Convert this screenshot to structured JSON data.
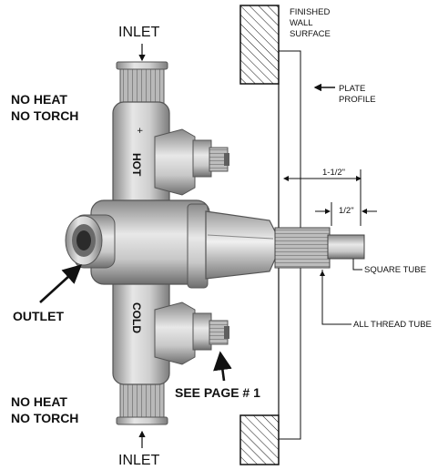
{
  "labels": {
    "inlet_top": "INLET",
    "inlet_bottom": "INLET",
    "no_heat_top_1": "NO HEAT",
    "no_heat_top_2": "NO TORCH",
    "no_heat_bottom_1": "NO HEAT",
    "no_heat_bottom_2": "NO TORCH",
    "outlet": "OUTLET",
    "see_page": "SEE PAGE # 1",
    "finished_1": "FINISHED",
    "finished_2": "WALL",
    "finished_3": "SURFACE",
    "plate_1": "PLATE",
    "plate_2": "PROFILE",
    "dim_one_half": "1-1/2\"",
    "dim_half": "1/2\"",
    "square_tube": "SQUARE TUBE",
    "all_thread": "ALL THREAD TUBE",
    "body_hot": "HOT",
    "body_cold": "COLD",
    "body_plus": "+"
  },
  "colors": {
    "metal_light": "#d9d9d9",
    "metal_mid": "#b3b3b3",
    "metal_dark": "#7a7a7a",
    "ink": "#111111"
  }
}
